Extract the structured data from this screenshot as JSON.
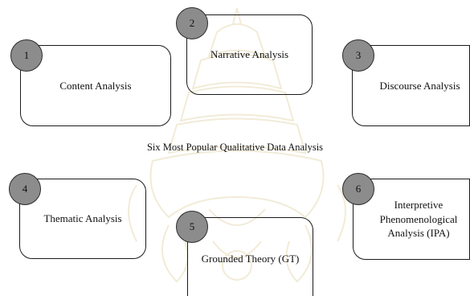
{
  "diagram": {
    "title": "Six Most Popular Qualitative Data Analysis",
    "items": [
      {
        "number": "1",
        "label": "Content Analysis"
      },
      {
        "number": "2",
        "label": "Narrative Analysis"
      },
      {
        "number": "3",
        "label": "Discourse Analysis"
      },
      {
        "number": "4",
        "label": "Thematic Analysis"
      },
      {
        "number": "5",
        "label": "Grounded Theory (GT)"
      },
      {
        "number": "6",
        "label": "Interpretive Phenomenological Analysis (IPA)"
      }
    ],
    "colors": {
      "badge_fill": "#8c8c8c",
      "border": "#1a1a1a",
      "watermark": "#c9a227"
    },
    "watermark_icon": "royal-crest-watermark-icon"
  }
}
